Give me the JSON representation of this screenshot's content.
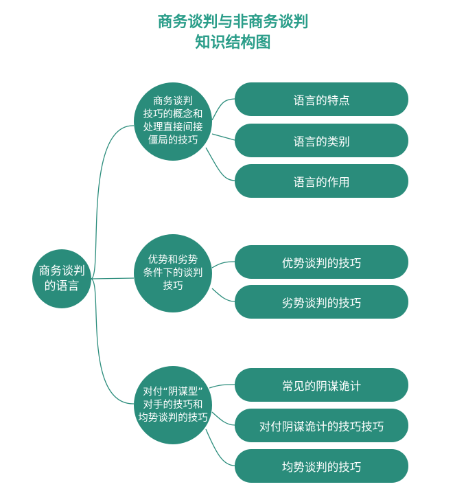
{
  "title": {
    "line1": "商务谈判与非商务谈判",
    "line2": "知识结构图"
  },
  "colors": {
    "node": "#2a8c7b",
    "title": "#2a9d89",
    "link": "#2a8c7b",
    "text": "#ffffff"
  },
  "root": {
    "label": "商务谈判\n的语言"
  },
  "branches": [
    {
      "label": "商务谈判\n技巧的概念和\n处理直接间接\n僵局的技巧",
      "leaves": [
        "语言的特点",
        "语言的类别",
        "语言的作用"
      ]
    },
    {
      "label": "优势和劣势\n条件下的谈判\n技巧",
      "leaves": [
        "优势谈判的技巧",
        "劣势谈判的技巧"
      ]
    },
    {
      "label": "对付“阴谋型”\n对手的技巧和\n均势谈判的技巧",
      "leaves": [
        "常见的阴谋诡计",
        "对付阴谋诡计的技巧技巧",
        "均势谈判的技巧"
      ]
    }
  ]
}
